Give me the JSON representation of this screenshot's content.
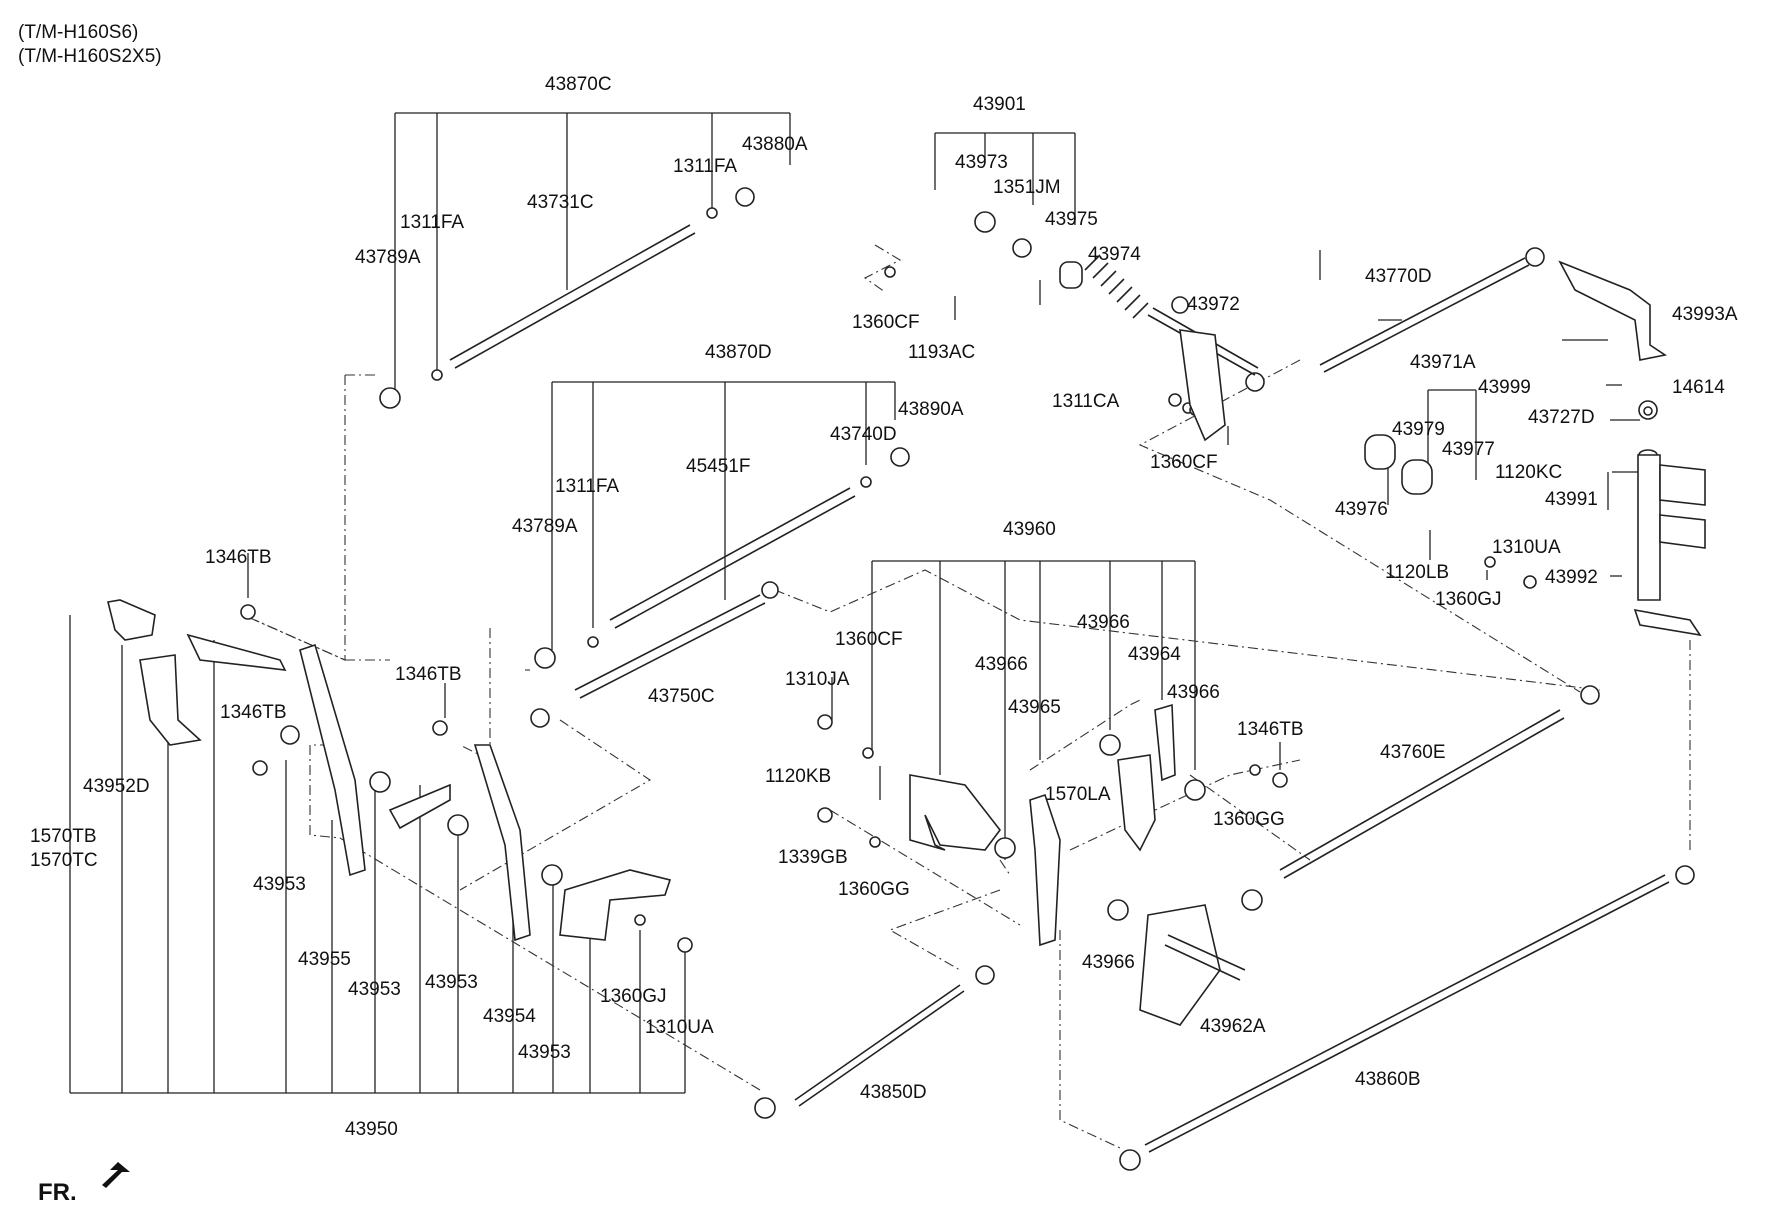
{
  "header": [
    "(T/M-H160S6)",
    "(T/M-H160S2X5)"
  ],
  "front_marker": "FR.",
  "parts": [
    "43870C",
    "1311FA",
    "43880A",
    "43731C",
    "1311FA",
    "43789A",
    "43870D",
    "43890A",
    "43740D",
    "45451F",
    "1311FA",
    "43789A",
    "43901",
    "43973",
    "1351JM",
    "43975",
    "43974",
    "1360CF",
    "1193AC",
    "43972",
    "1311CA",
    "1360CF",
    "43770D",
    "43993A",
    "43971A",
    "43999",
    "14614",
    "43727D",
    "43979",
    "43977",
    "43976",
    "1120KC",
    "43991",
    "1310UA",
    "1120LB",
    "1360GJ",
    "43992",
    "43960",
    "1360CF",
    "43966",
    "43964",
    "43966",
    "43966",
    "1310JA",
    "43965",
    "1346TB",
    "1120KB",
    "1570LA",
    "1360GG",
    "43760E",
    "1339GB",
    "1360GG",
    "43966",
    "43962A",
    "43750C",
    "1346TB",
    "1346TB",
    "1346TB",
    "43952D",
    "1570TB",
    "1570TC",
    "43953",
    "43955",
    "43953",
    "43953",
    "43954",
    "43953",
    "1360GJ",
    "1310UA",
    "43950",
    "43850D",
    "43860B"
  ]
}
